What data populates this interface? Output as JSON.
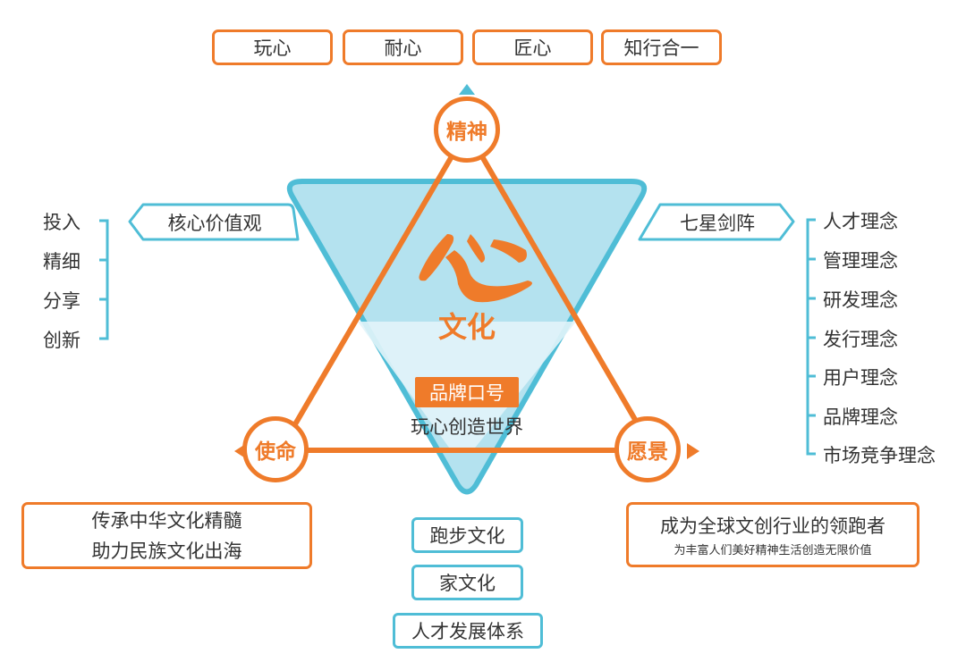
{
  "top_values": [
    "玩心",
    "耐心",
    "匠心",
    "知行合一"
  ],
  "nodes": {
    "spirit": "精神",
    "mission": "使命",
    "vision": "愿景"
  },
  "center": {
    "title": "文化",
    "slogan_label": "品牌口号",
    "slogan": "玩心创造世界"
  },
  "left": {
    "tag": "核心价值观",
    "items": [
      "投入",
      "精细",
      "分享",
      "创新"
    ]
  },
  "right": {
    "tag": "七星剑阵",
    "items": [
      "人才理念",
      "管理理念",
      "研发理念",
      "发行理念",
      "用户理念",
      "品牌理念",
      "市场竞争理念"
    ]
  },
  "mission_box": [
    "传承中华文化精髓",
    "助力民族文化出海"
  ],
  "vision_box": {
    "main": "成为全球文创行业的领跑者",
    "sub": "为丰富人们美好精神生活创造无限价值"
  },
  "bottom_items": [
    "跑步文化",
    "家文化",
    "人才发展体系"
  ],
  "colors": {
    "orange": "#ef7b2a",
    "blue": "#4fbdd6",
    "light_blue": "#b4e2ef"
  }
}
